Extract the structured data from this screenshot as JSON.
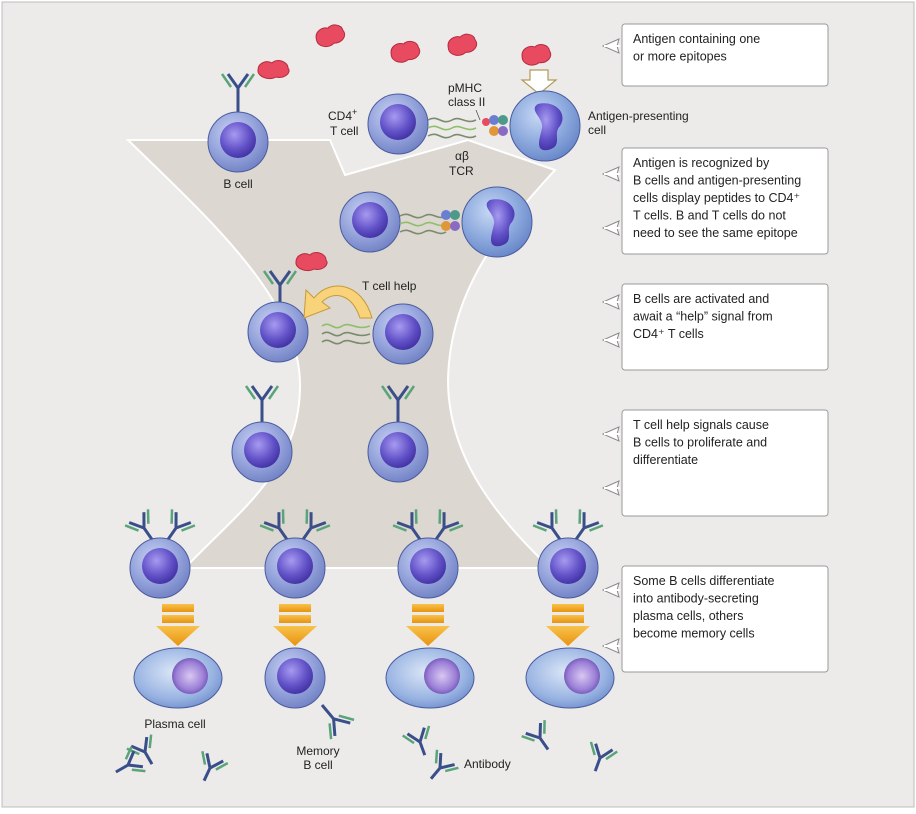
{
  "labels": {
    "b_cell": "B cell",
    "cd4_line1": "CD4",
    "cd4_sup": "+",
    "cd4_line2": "T cell",
    "pmhc_line1": "pMHC",
    "pmhc_line2": "class II",
    "ab": "αβ",
    "tcr": "TCR",
    "apc_line1": "Antigen-presenting",
    "apc_line2": "cell",
    "t_cell_help": "T cell help",
    "plasma_cell": "Plasma cell",
    "memory_line1": "Memory",
    "memory_line2": "B cell",
    "antibody": "Antibody"
  },
  "notes": [
    {
      "lines": [
        "Antigen containing one",
        "or more epitopes"
      ]
    },
    {
      "lines": [
        "Antigen is recognized by",
        "B cells and antigen-presenting",
        "cells display peptides to CD4⁺",
        "T cells. B and T cells do not",
        "need to see the same epitope"
      ]
    },
    {
      "lines": [
        "B cells are activated and",
        "await a “help” signal from",
        "CD4⁺ T cells"
      ]
    },
    {
      "lines": [
        "T cell help signals cause",
        "B cells to proliferate and",
        "differentiate"
      ]
    },
    {
      "lines": [
        "Some B cells differentiate",
        "into antibody-secreting",
        "plasma cells, others",
        "become memory cells"
      ]
    }
  ],
  "colors": {
    "panel_bg": "#ecebea",
    "funnel": "#dcd7d0",
    "cell_body": "#8f9fd6",
    "cell_nucleus": "#5a4cbf",
    "apc_body": "#8aa9dc",
    "apc_nucleus": "#6a4fb0",
    "arrow": "#f2a51a",
    "antigen": "#e84a5f"
  }
}
